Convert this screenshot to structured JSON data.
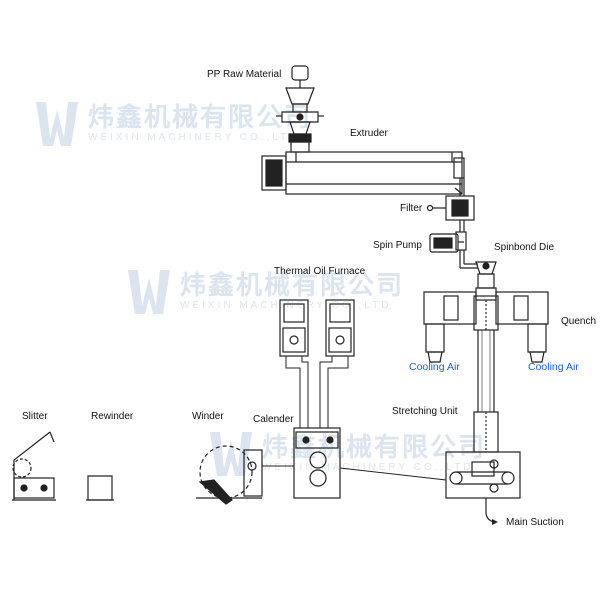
{
  "labels": {
    "pp_raw_material": "PP Raw Material",
    "extruder": "Extruder",
    "filter": "Filter",
    "spin_pump": "Spin Pump",
    "spinbond_die": "Spinbond Die",
    "thermal_oil_furnace": "Thermal Oil Furnace",
    "quench": "Quench",
    "cooling_air_left": "Cooling Air",
    "cooling_air_right": "Cooling Air",
    "stretching_unit": "Stretching Unit",
    "slitter": "Slitter",
    "rewinder": "Rewinder",
    "winder": "Winder",
    "calender": "Calender",
    "main_suction": "Main Suction"
  },
  "watermark": {
    "company_cn": "炜鑫机械有限公司",
    "company_en": "WEIXIN MACHINERY CO.,LTD"
  },
  "colors": {
    "line": "#222222",
    "cooling_air": "#1f5fd0",
    "watermark": "#5e88b8"
  }
}
